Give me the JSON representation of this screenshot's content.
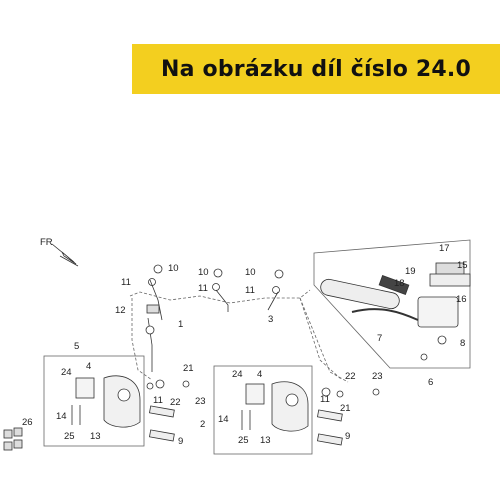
{
  "banner": {
    "text": "Na obrázku díl číslo 24.0",
    "background": "#f3cf1f"
  },
  "direction_marker": {
    "text": "FR",
    "icon": "direction-arrow-icon"
  },
  "callouts": {
    "fr_arrow": "FR",
    "hose_1_bolt": "10",
    "hose_1_washer": "11",
    "hose_1_clip": "12",
    "hose_1_label": "1",
    "hose_mid_bolt": "10",
    "hose_mid_washer": "11",
    "hose_right_bolt": "10",
    "hose_right_washer": "11",
    "hose_3_label": "3",
    "master_cylinder_label": "6",
    "mc_cap_screw": "17",
    "mc_reservoir_cap": "19",
    "mc_screw": "15",
    "mc_rod": "18",
    "mc_body": "16",
    "mc_lever": "7",
    "mc_switch": "8",
    "caliper_left_assembly": "5",
    "caliper_left_pad": "4",
    "caliper_left_spring": "24",
    "caliper_left_pin": "14",
    "caliper_left_bleeder": "25",
    "caliper_left_seal": "13",
    "caliper_left_bolt_a": "11",
    "caliper_left_bolt_b": "9",
    "caliper_left_plug": "21",
    "caliper_left_plug2": "22",
    "caliper_left_cap": "23",
    "caliper_right_assembly": "2",
    "caliper_right_pad": "4",
    "caliper_right_spring": "24",
    "caliper_right_pin": "14",
    "caliper_right_bleeder": "25",
    "caliper_right_seal": "13",
    "caliper_right_bolt_a": "11",
    "caliper_right_bolt_b": "9",
    "caliper_right_plug": "22",
    "caliper_right_plug2": "21",
    "caliper_right_cap": "23",
    "far_left_clips": "26"
  }
}
